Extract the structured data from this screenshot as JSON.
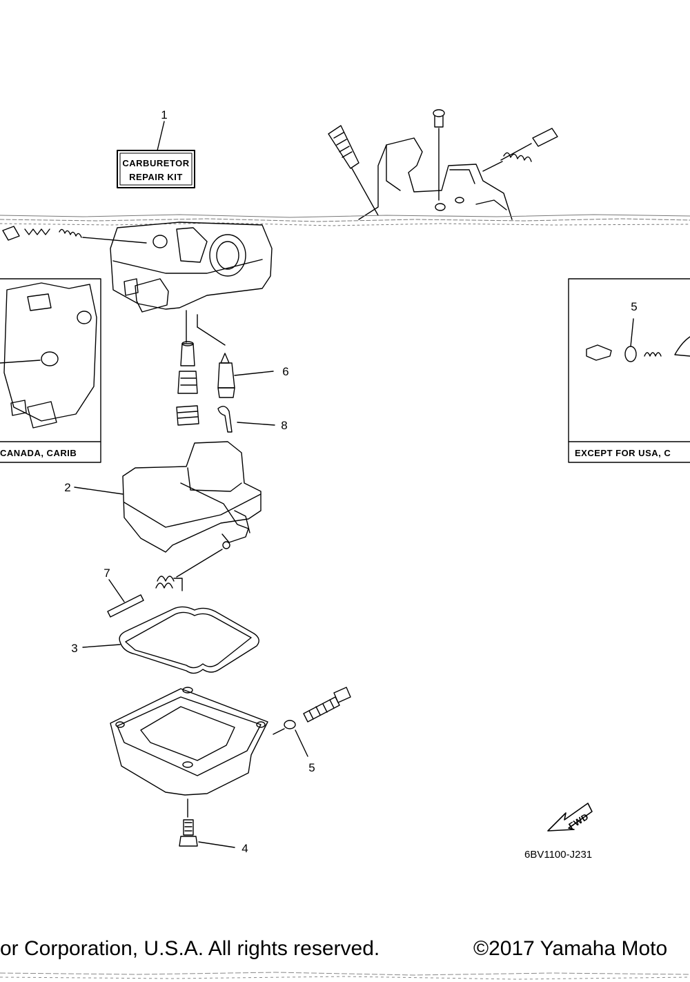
{
  "kit_label": {
    "line1": "CARBURETOR",
    "line2": "REPAIR KIT"
  },
  "callouts": {
    "c1": "1",
    "c2": "2",
    "c3": "3",
    "c4": "4",
    "c5a": "5",
    "c5b": "5",
    "c6": "6",
    "c7": "7",
    "c8": "8"
  },
  "inset_left": {
    "caption": "CANADA, CARIB"
  },
  "inset_right": {
    "caption": "EXCEPT FOR USA, C"
  },
  "fwd_badge": "FWD",
  "drawing_number": "6BV1100-J231",
  "footer": {
    "left": "or Corporation, U.S.A. All rights reserved.",
    "right": "©2017 Yamaha Moto"
  }
}
